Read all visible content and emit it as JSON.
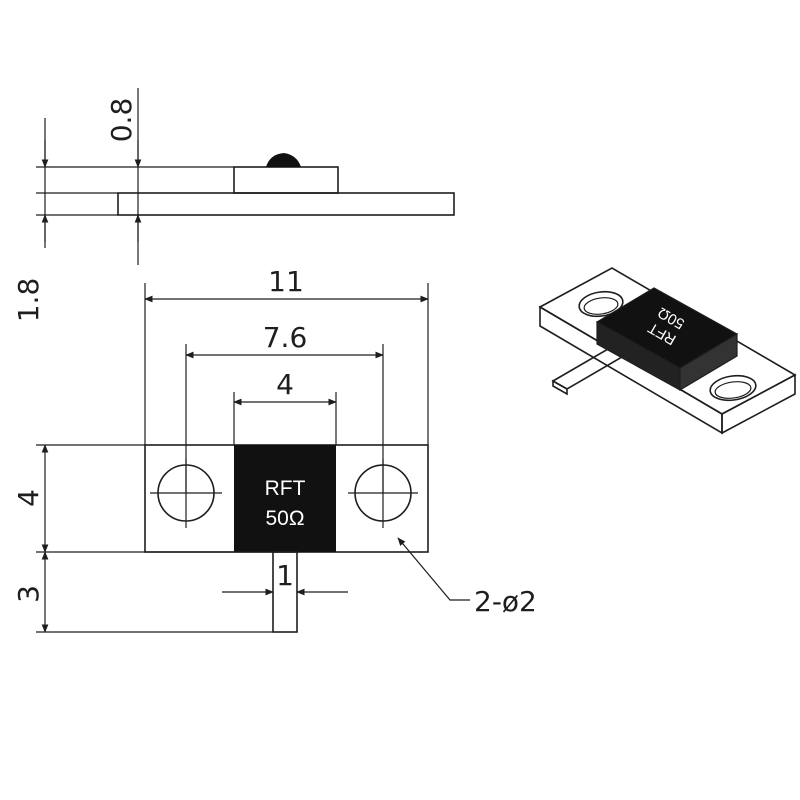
{
  "side_view": {
    "dim_top": "0.8",
    "dim_bottom": "1.8"
  },
  "top_view": {
    "dim_overall_width": "11",
    "dim_hole_spacing": "7.6",
    "dim_chip_width": "4",
    "dim_height": "4",
    "dim_lead_length": "3",
    "dim_lead_width": "1",
    "holes_callout": "2-ø2",
    "chip_text_line1": "RFT",
    "chip_text_line2": "50Ω"
  },
  "iso_view": {
    "chip_text_line1": "RFT",
    "chip_text_line2": "50Ω"
  },
  "colors": {
    "line": "#1e1e1e",
    "chip": "#111111",
    "lead_fill": "#ffffff"
  }
}
